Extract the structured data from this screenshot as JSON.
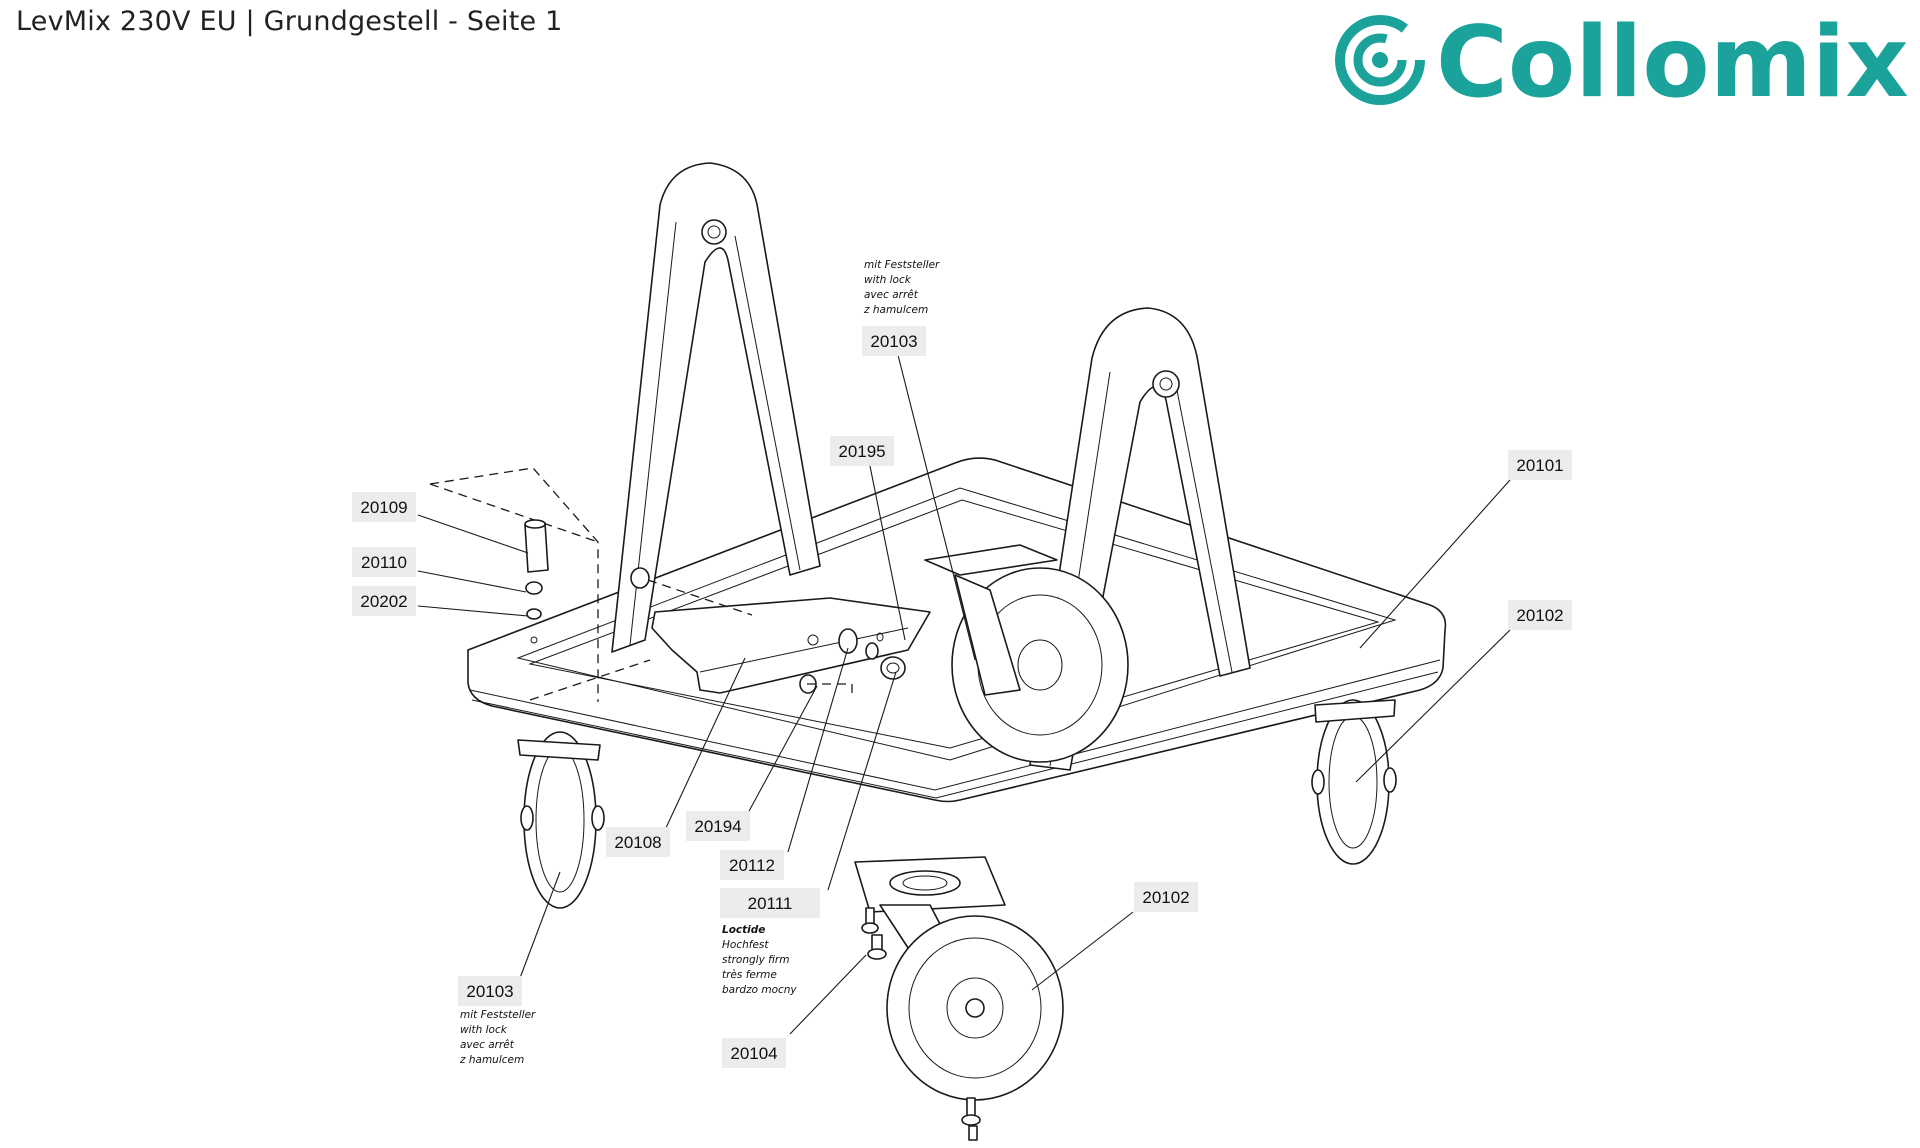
{
  "header": {
    "title": "LevMix 230V EU | Grundgestell - Seite 1",
    "brand": "Collomix",
    "brand_color": "#1aa29b"
  },
  "callouts": [
    {
      "id": "c-20103-top",
      "part": "20103"
    },
    {
      "id": "c-20195",
      "part": "20195"
    },
    {
      "id": "c-20101",
      "part": "20101"
    },
    {
      "id": "c-20109",
      "part": "20109"
    },
    {
      "id": "c-20110",
      "part": "20110"
    },
    {
      "id": "c-20202",
      "part": "20202"
    },
    {
      "id": "c-20102-right",
      "part": "20102"
    },
    {
      "id": "c-20108",
      "part": "20108"
    },
    {
      "id": "c-20194",
      "part": "20194"
    },
    {
      "id": "c-20112",
      "part": "20112"
    },
    {
      "id": "c-20111",
      "part": "20111"
    },
    {
      "id": "c-20102-bottom",
      "part": "20102"
    },
    {
      "id": "c-20103-left",
      "part": "20103"
    },
    {
      "id": "c-20104",
      "part": "20104"
    }
  ],
  "notes": {
    "lock": [
      "mit Feststeller",
      "with lock",
      "avec arrêt",
      "z hamulcem"
    ],
    "loctide": [
      "Loctide",
      "Hochfest",
      "strongly firm",
      "très ferme",
      "bardzo mocny"
    ]
  }
}
